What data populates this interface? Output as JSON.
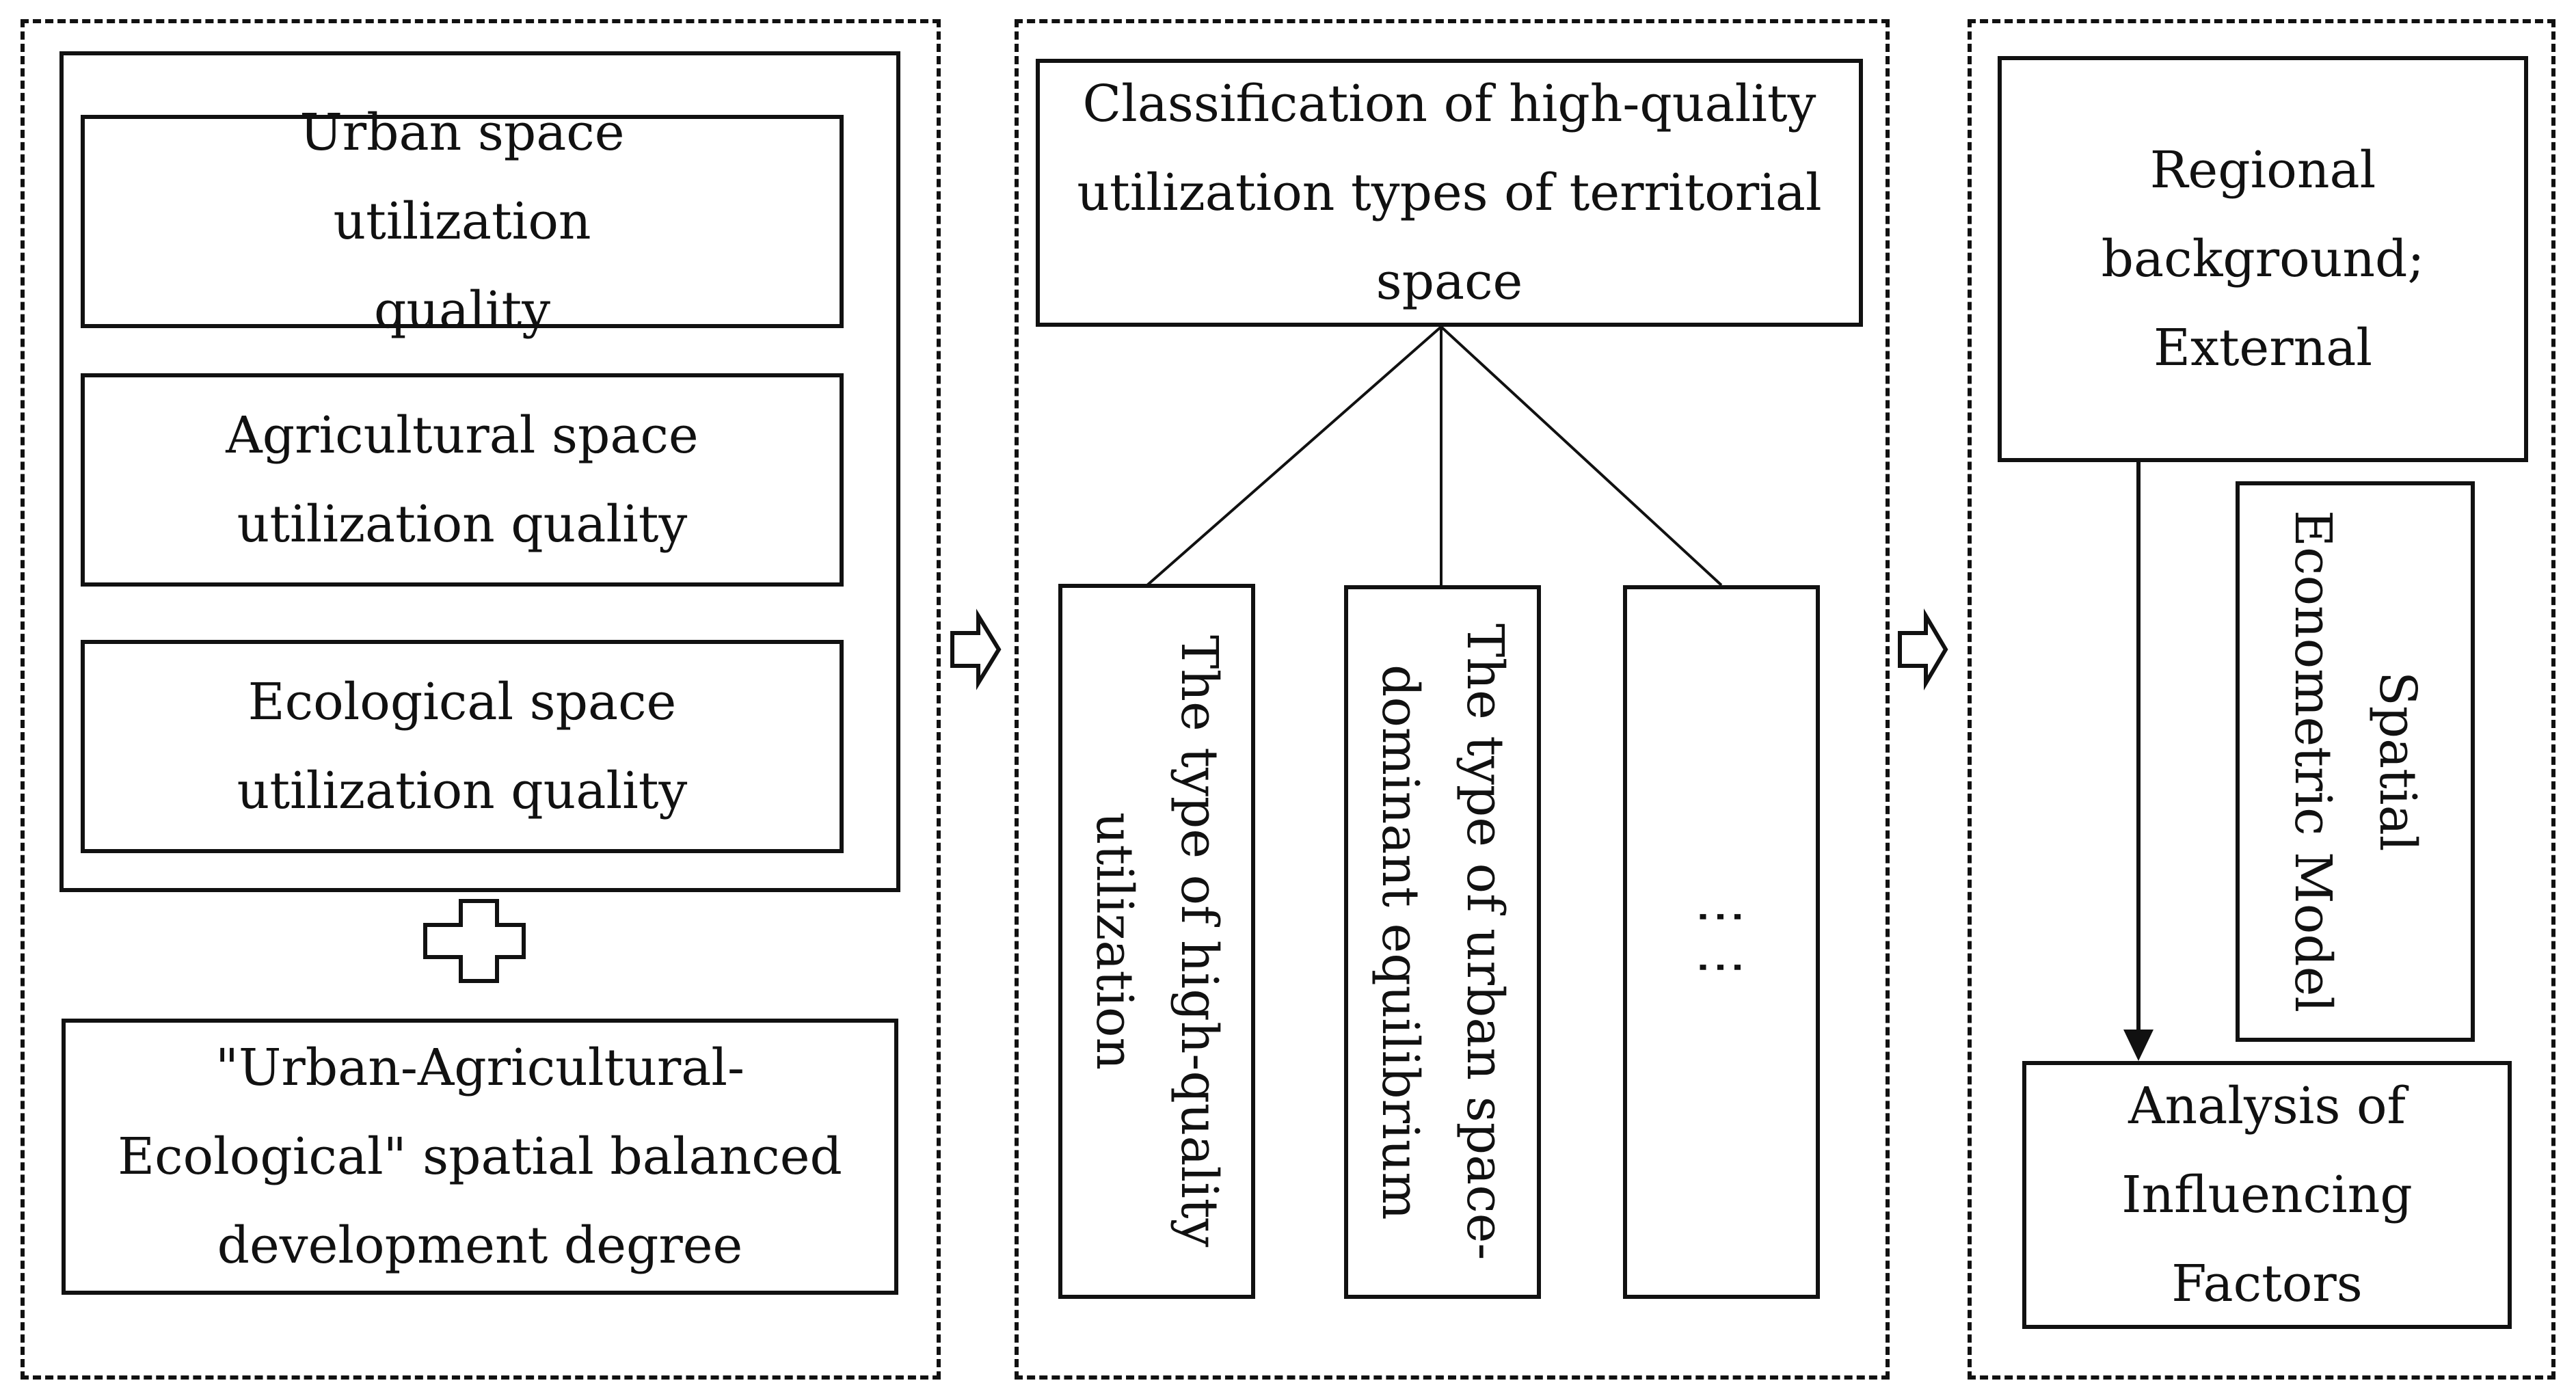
{
  "panel1": {
    "urban": "Urban space utilization quality",
    "agricultural": "Agricultural space utilization quality",
    "ecological": "Ecological space utilization quality",
    "balanced": "\"Urban-Agricultural-Ecological\" spatial balanced development degree"
  },
  "panel2": {
    "classification": "Classification of high-quality utilization types of territorial space",
    "type1": "The type of high-quality utilization",
    "type2": "The type of urban space-dominant equilibrium",
    "type3": "⋮⋮"
  },
  "panel3": {
    "regional": "Regional background; External",
    "model": "Spatial Econometric Model",
    "analysis": "Analysis of Influencing Factors"
  }
}
